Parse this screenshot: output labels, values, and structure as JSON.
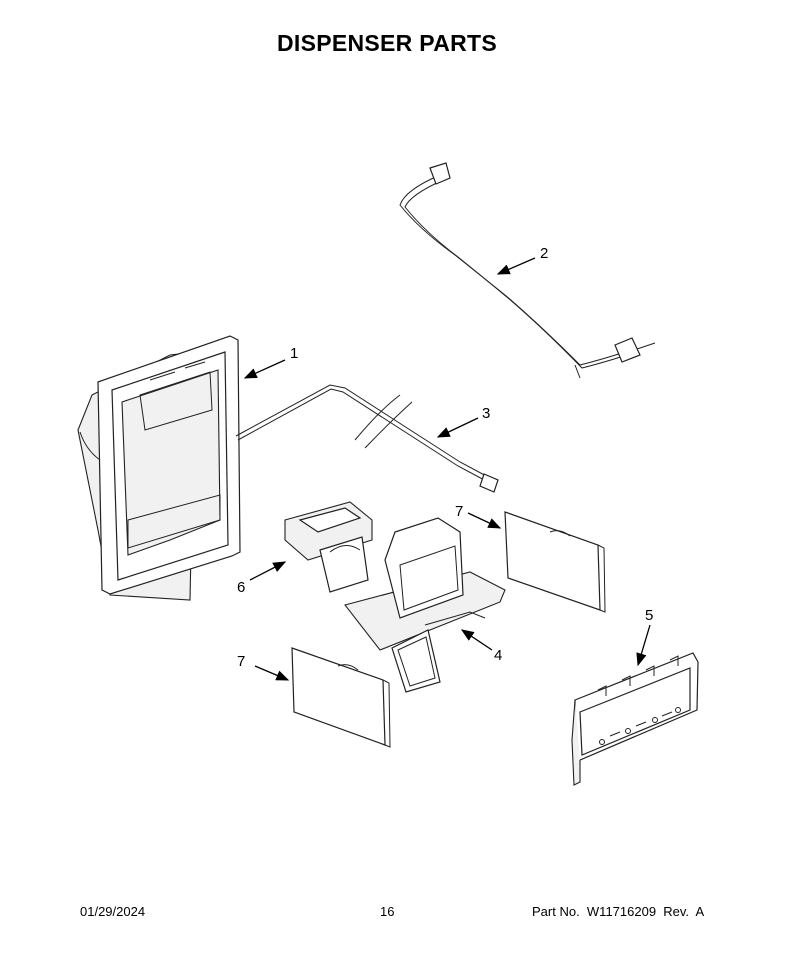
{
  "title": "DISPENSER PARTS",
  "callouts": [
    {
      "id": "1",
      "label": "1"
    },
    {
      "id": "2",
      "label": "2"
    },
    {
      "id": "3",
      "label": "3"
    },
    {
      "id": "4",
      "label": "4"
    },
    {
      "id": "5",
      "label": "5"
    },
    {
      "id": "6",
      "label": "6"
    },
    {
      "id": "7a",
      "label": "7"
    },
    {
      "id": "7b",
      "label": "7"
    }
  ],
  "footer": {
    "date": "01/29/2024",
    "page": "16",
    "part_number": "Part No.  W11716209  Rev.  A"
  }
}
